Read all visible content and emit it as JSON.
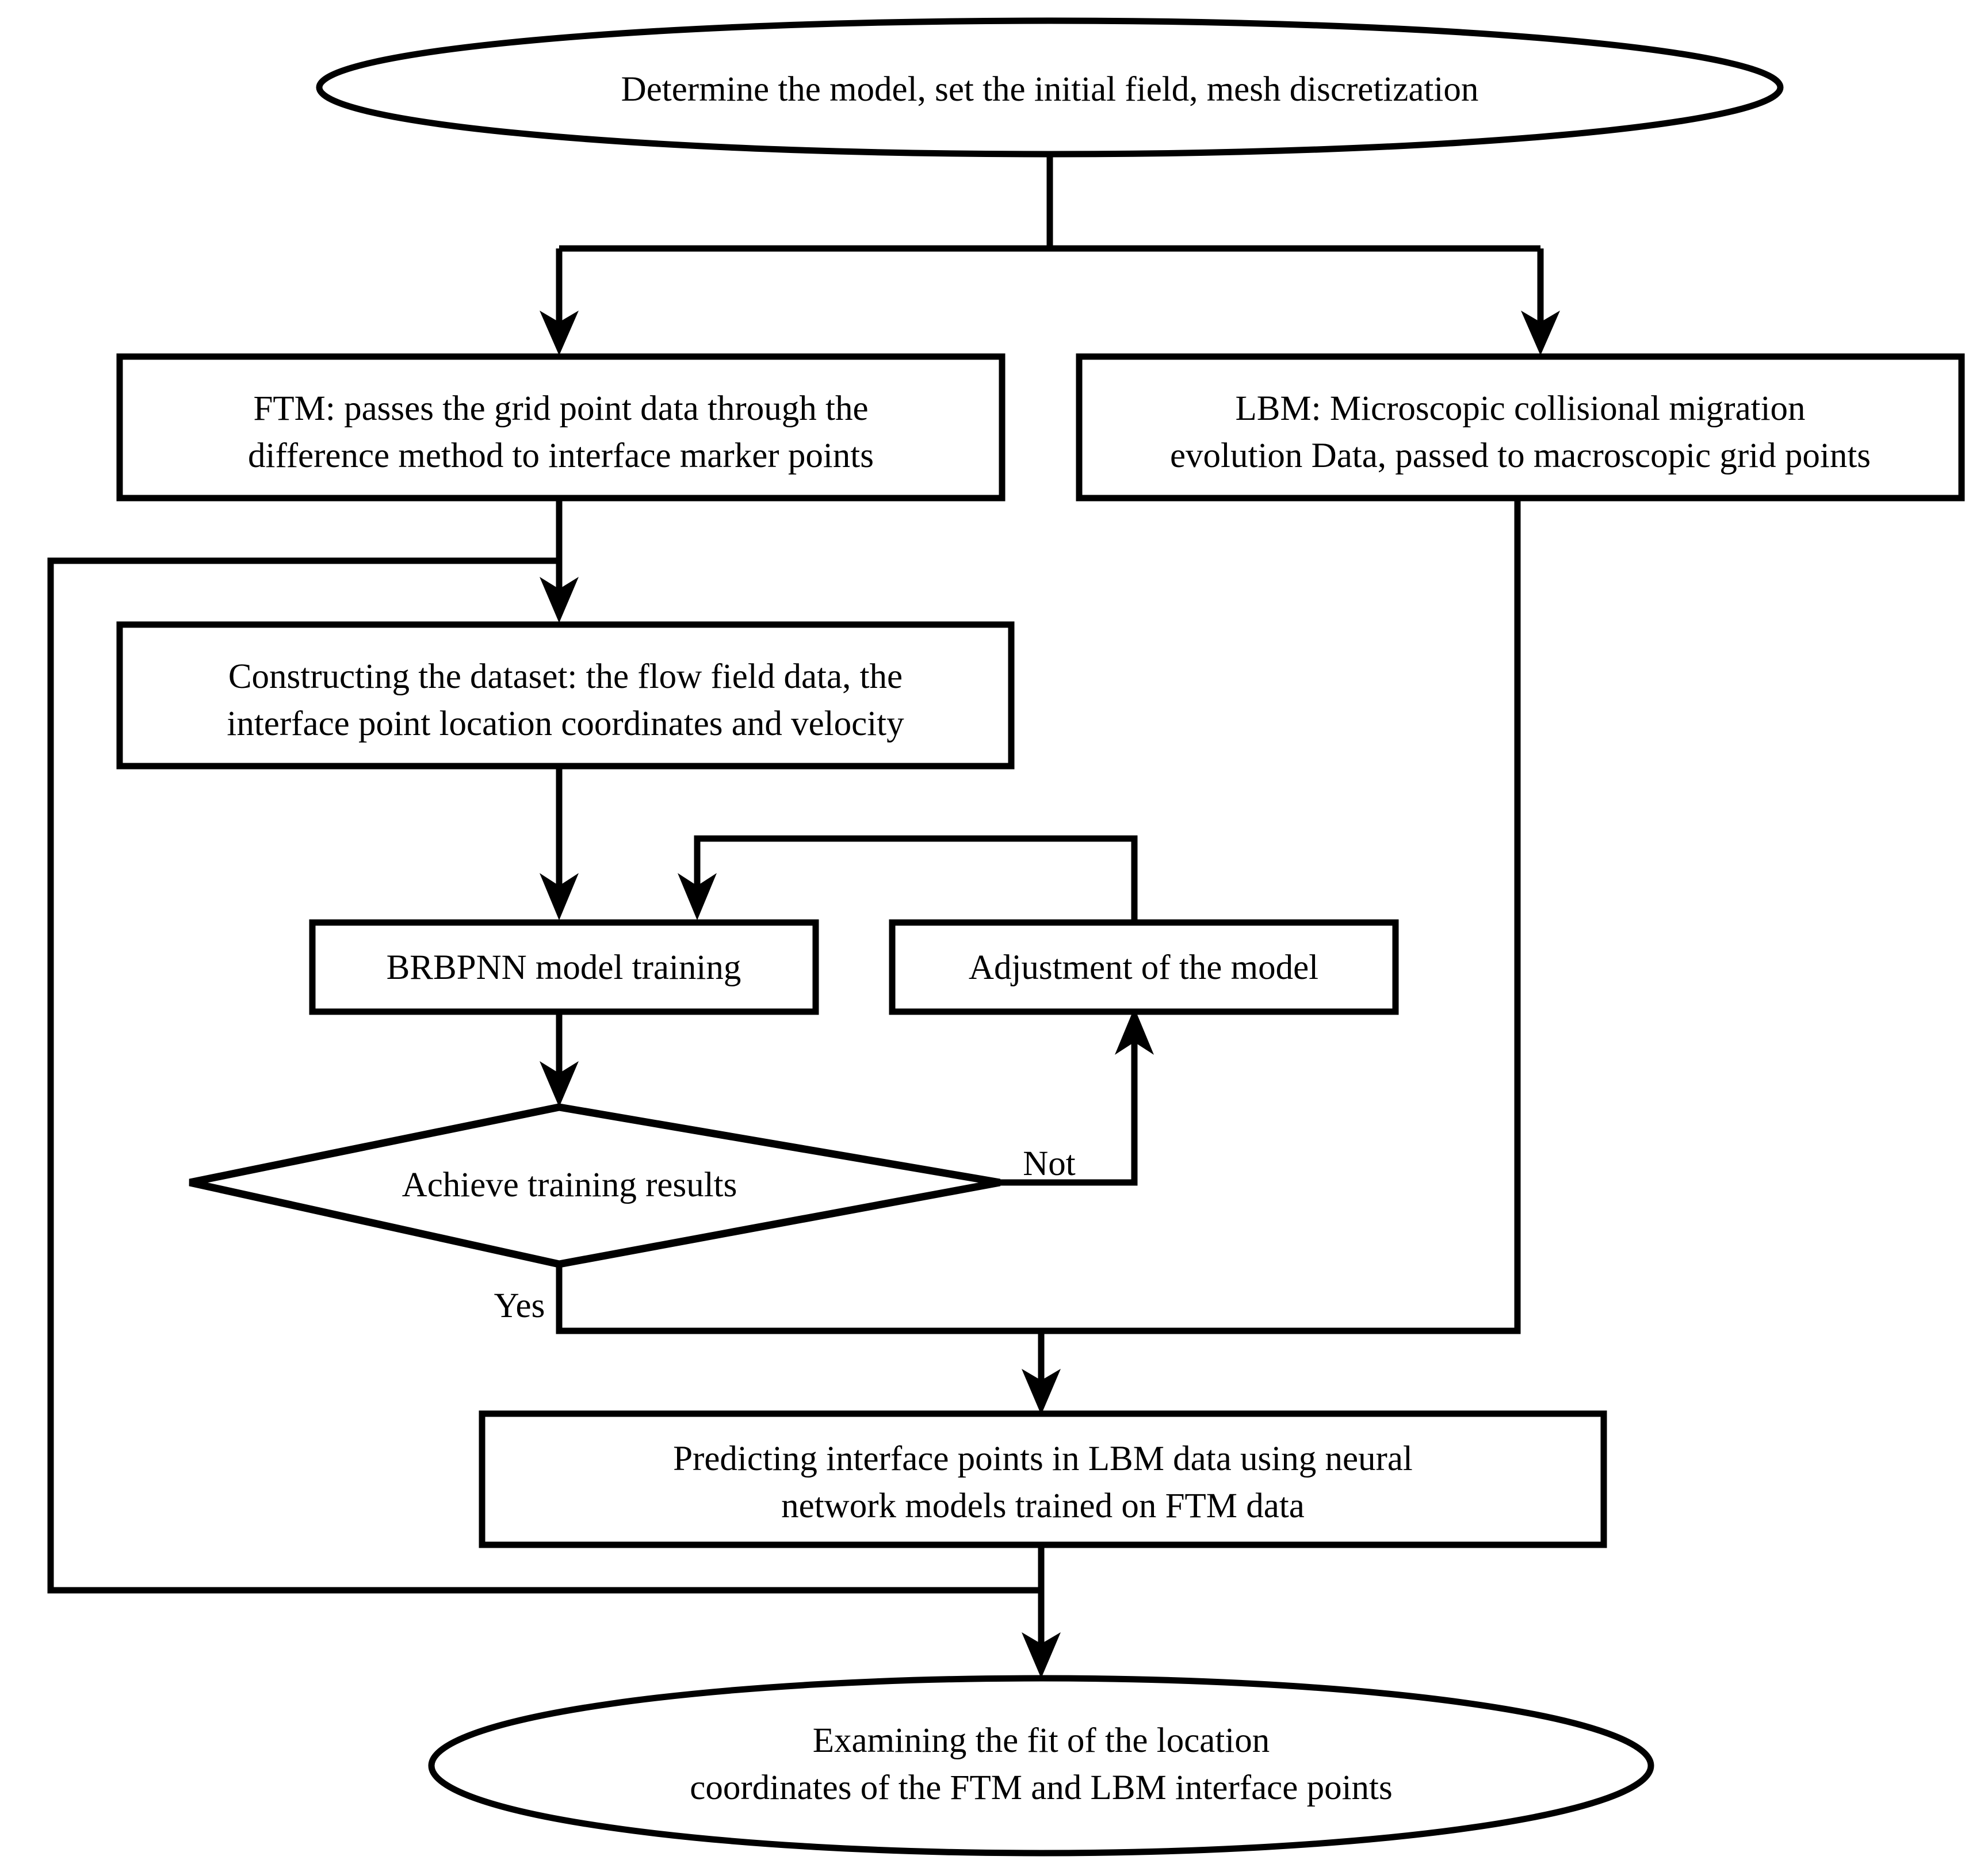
{
  "diagram": {
    "type": "flowchart",
    "orientation": "top-to-bottom",
    "background_color": "#ffffff",
    "line_color": "#000000",
    "text_color": "#000000"
  },
  "nodes": {
    "start": {
      "shape": "ellipse",
      "line1": "Determine the model, set the initial field, mesh discretization"
    },
    "ftm": {
      "shape": "rectangle",
      "line1": "FTM: passes the grid point data through the",
      "line2": "difference method to interface marker points"
    },
    "lbm": {
      "shape": "rectangle",
      "line1": "LBM: Microscopic collisional migration",
      "line2": "evolution Data, passed to macroscopic grid points"
    },
    "dataset": {
      "shape": "rectangle",
      "line1": "Constructing the dataset: the flow field data, the",
      "line2": "interface point location coordinates and velocity"
    },
    "training": {
      "shape": "rectangle",
      "line1": "BRBPNN model training"
    },
    "adjustment": {
      "shape": "rectangle",
      "line1": "Adjustment of the model"
    },
    "decision": {
      "shape": "diamond",
      "line1": "Achieve training results"
    },
    "predict": {
      "shape": "rectangle",
      "line1": "Predicting interface points in LBM data using neural",
      "line2": "network models trained on FTM data"
    },
    "end": {
      "shape": "ellipse",
      "line1": "Examining the fit of the location",
      "line2": "coordinates of the FTM and LBM interface points"
    }
  },
  "edge_labels": {
    "not": "Not",
    "yes": "Yes"
  }
}
